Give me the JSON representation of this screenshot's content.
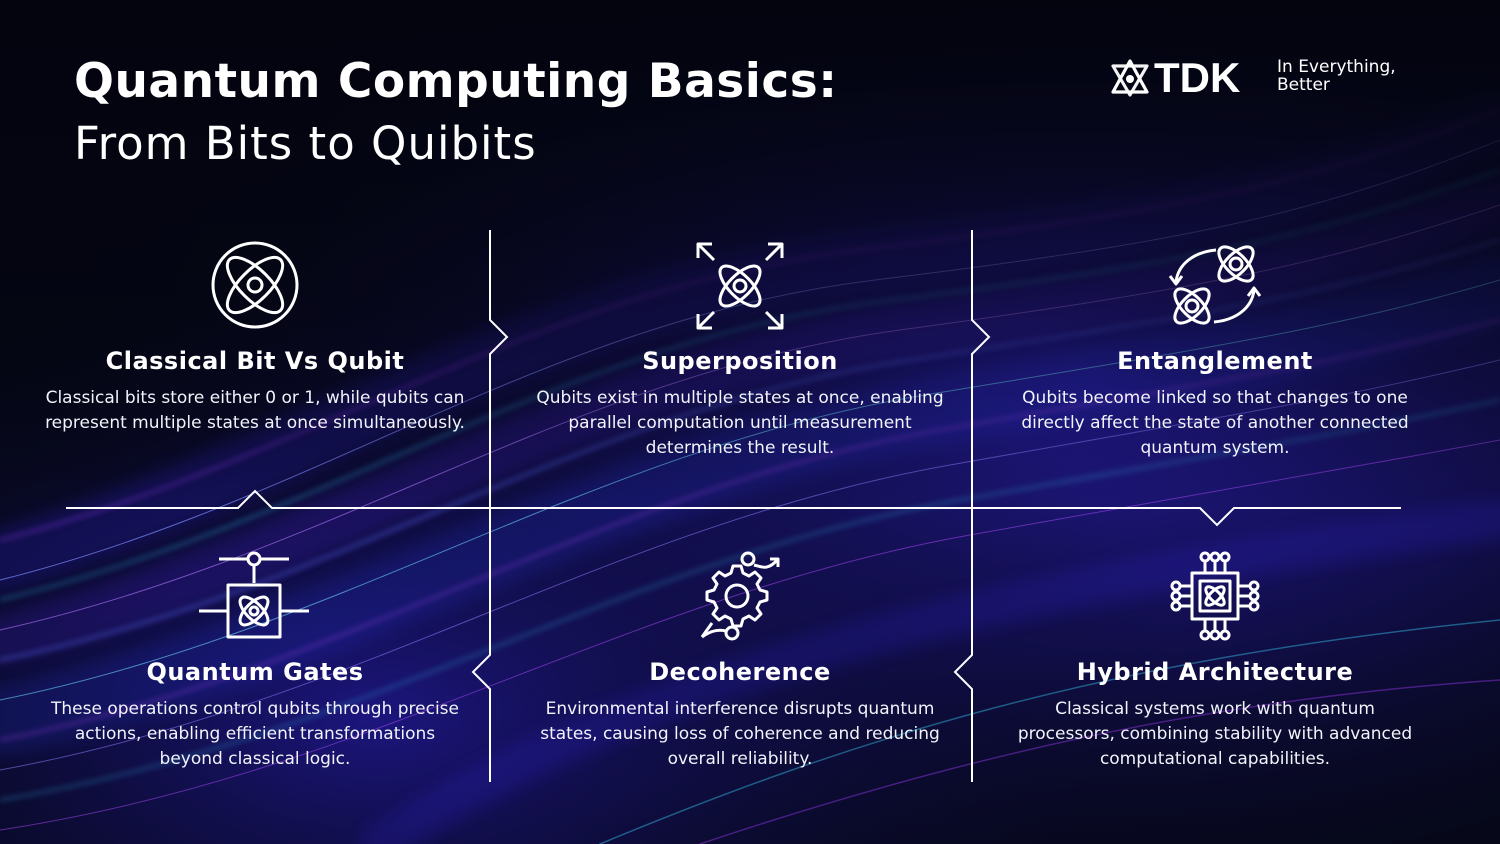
{
  "header": {
    "title": "Quantum Computing Basics:",
    "subtitle": "From Bits to Quibits"
  },
  "brand": {
    "name": "TDK",
    "tagline_line1": "In Everything,",
    "tagline_line2": "Better"
  },
  "panels": [
    {
      "title": "Classical Bit Vs Qubit",
      "text": "Classical bits store either 0 or 1, while qubits can represent multiple states at once simultaneously.",
      "icon": "atom-icon"
    },
    {
      "title": "Superposition",
      "text": "Qubits exist in multiple states at once, enabling parallel computation until measurement determines the result.",
      "icon": "atom-arrows-icon"
    },
    {
      "title": "Entanglement",
      "text": "Qubits become linked so that changes to one directly affect the state of another connected quantum system.",
      "icon": "linked-atoms-icon"
    },
    {
      "title": "Quantum Gates",
      "text": "These operations control qubits through precise actions, enabling efficient transformations beyond classical logic.",
      "icon": "quantum-gate-icon"
    },
    {
      "title": "Decoherence",
      "text": "Environmental interference disrupts quantum states, causing loss of coherence and reducing overall reliability.",
      "icon": "gear-disruption-icon"
    },
    {
      "title": "Hybrid Architecture",
      "text": "Classical systems work with quantum processors, combining stability with advanced computational capabilities.",
      "icon": "quantum-chip-icon"
    }
  ],
  "colors": {
    "background": "#050716",
    "accent_blue": "#3b3cff",
    "accent_purple": "#a23cff",
    "accent_cyan": "#39d6ff",
    "text": "#ffffff"
  }
}
